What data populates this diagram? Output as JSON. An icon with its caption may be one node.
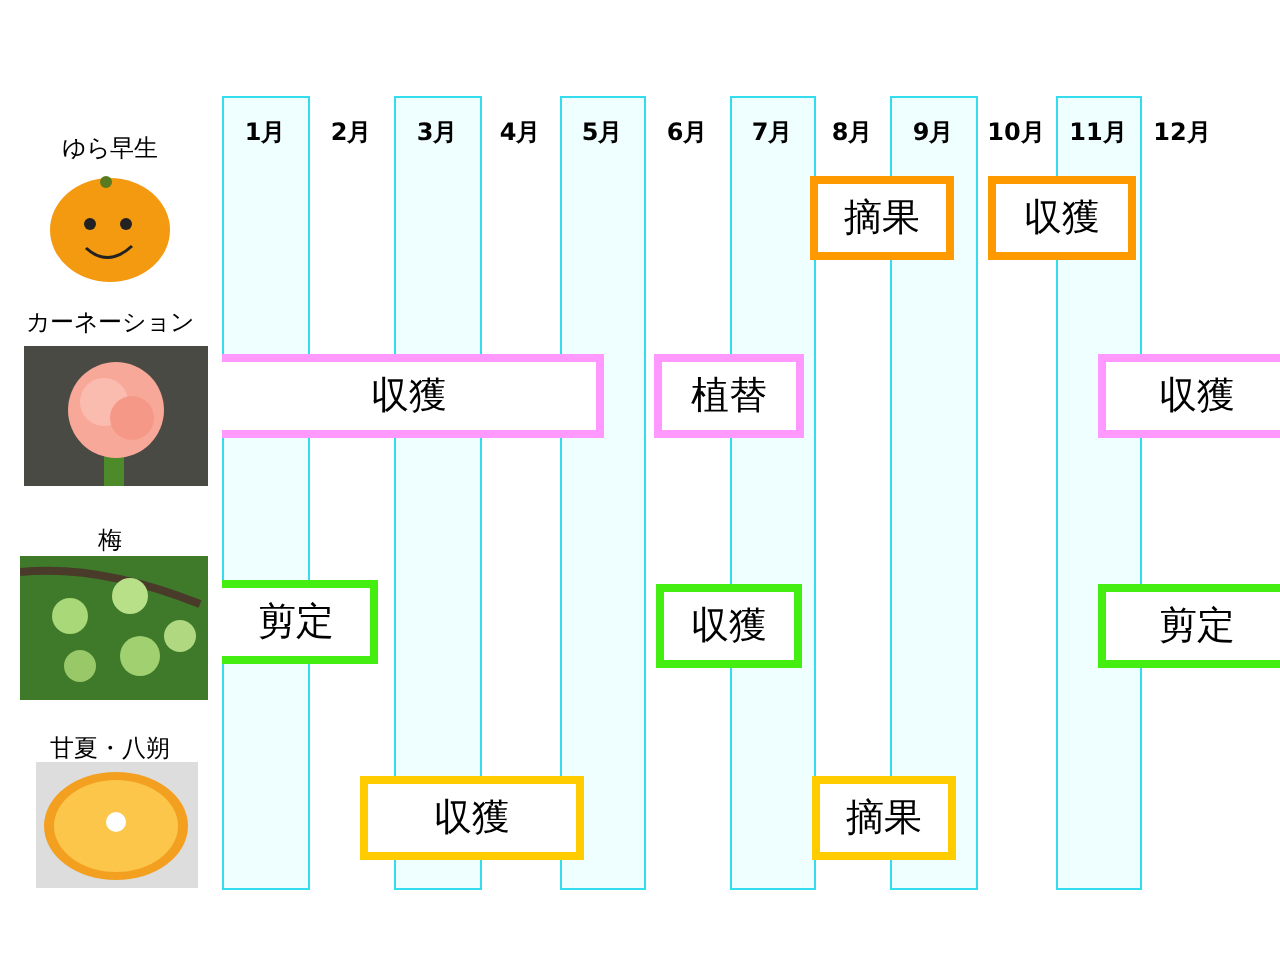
{
  "diagram": {
    "nodes": [
      {
        "text": [
          "摘果"
        ]
      },
      {
        "text": [
          "収獲"
        ]
      },
      {
        "text": [
          "収獲"
        ]
      },
      {
        "text": [
          "植替"
        ]
      },
      {
        "text": [
          "収獲"
        ]
      },
      {
        "text": [
          "剪定"
        ]
      },
      {
        "text": [
          "収獲"
        ]
      },
      {
        "text": [
          "剪定"
        ]
      },
      {
        "text": [
          "収獲"
        ]
      },
      {
        "text": [
          "摘果"
        ]
      }
    ],
    "edges": [],
    "labels": [
      "1月",
      "2月",
      "3月",
      "4月",
      "5月",
      "6月",
      "7月",
      "8月",
      "9月",
      "10月",
      "11月",
      "12月",
      "ゆら早生",
      "カーネーション",
      "梅",
      "甘夏・八朔"
    ]
  }
}
